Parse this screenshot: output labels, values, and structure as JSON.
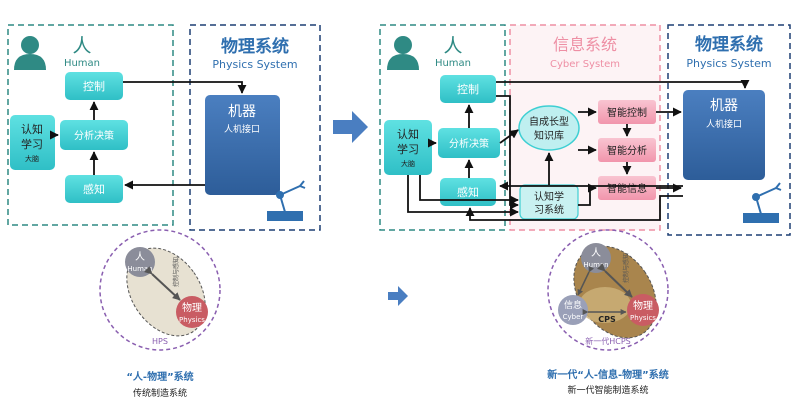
{
  "left": {
    "human_title": "人",
    "human_sub": "Human",
    "physics_title": "物理系统",
    "physics_sub": "Physics System",
    "control": "控制",
    "analysis": "分析决策",
    "learning_line1": "认知",
    "learning_line2": "学习",
    "learning_small": "大脑",
    "perception": "感知",
    "machine_title": "机器",
    "machine_sub": "人机接口"
  },
  "right": {
    "human_title": "人",
    "human_sub": "Human",
    "cyber_title": "信息系统",
    "cyber_sub": "Cyber System",
    "physics_title": "物理系统",
    "physics_sub": "Physics System",
    "control": "控制",
    "analysis": "分析决策",
    "learning_line1": "认知",
    "learning_line2": "学习",
    "learning_small": "大脑",
    "perception": "感知",
    "knowledge_line1": "自成长型",
    "knowledge_line2": "知识库",
    "cog_line1": "认知学",
    "cog_line2": "习系统",
    "smart_control": "智能控制",
    "smart_analysis": "智能分析",
    "smart_info": "智能信息",
    "machine_title": "机器",
    "machine_sub": "人机接口"
  },
  "hps": {
    "human": "人",
    "human_en": "Human",
    "physics": "物理",
    "physics_en": "Physics",
    "arrow_label": "控制与感知",
    "ring_label": "HPS",
    "caption": "“人-物理”系统",
    "subcaption": "传统制造系统"
  },
  "hcps": {
    "human": "人",
    "human_en": "Human",
    "physics": "物理",
    "physics_en": "Physics",
    "cyber": "信息",
    "cyber_en": "Cyber",
    "cps": "CPS",
    "arrow_label": "控制与感知",
    "ring_label": "新一代HCPS",
    "caption": "新一代“人-信息-物理”系统",
    "subcaption": "新一代智能制造系统"
  },
  "colors": {
    "teal_box": "#3ecfd3",
    "human_green": "#2f8a84",
    "physics_blue": "#2f6faf",
    "cyber_pink": "#ee8fa4",
    "machine_blue": "#3566a6",
    "smart_pink": "#f4a7bb",
    "arrow": "#4a7ec1"
  }
}
